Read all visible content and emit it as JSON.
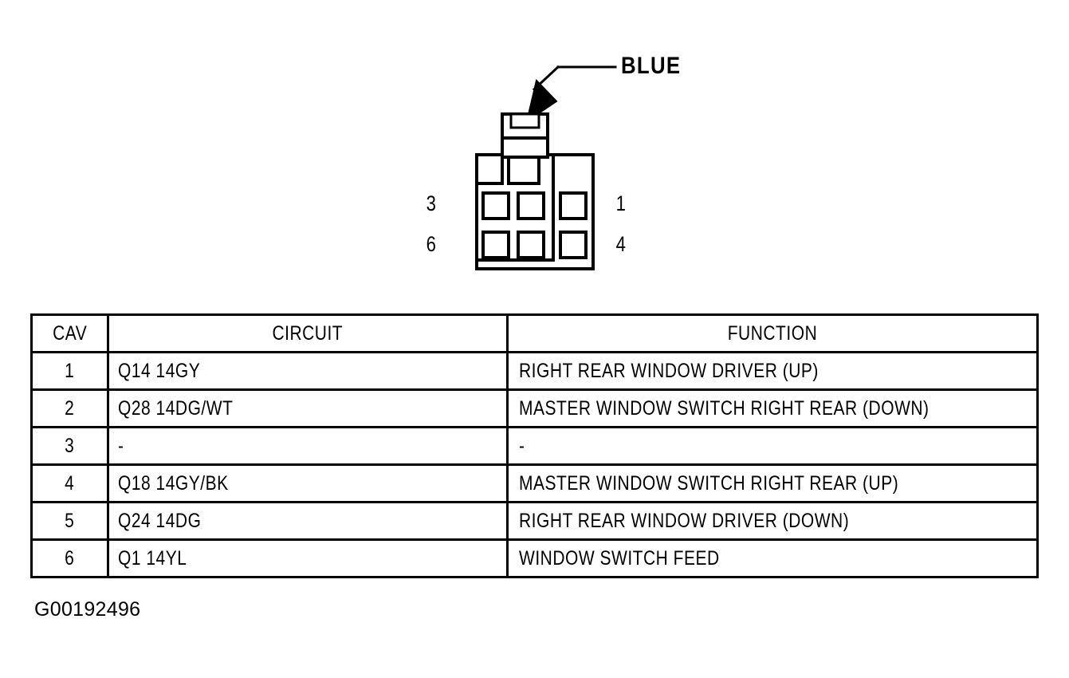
{
  "figure": {
    "id_code": "G00192496"
  },
  "connector": {
    "wire_color_callout": "BLUE",
    "cavity_count": 6,
    "cavity_labels": {
      "left_top": "3",
      "left_bottom": "6",
      "right_top": "1",
      "right_bottom": "4"
    },
    "line_color": "#000000",
    "fill_color": "#FFFFFF"
  },
  "table": {
    "headers": [
      "CAV",
      "CIRCUIT",
      "FUNCTION"
    ],
    "rows": [
      {
        "cav": "1",
        "circuit": "Q14 14GY",
        "function": "RIGHT REAR WINDOW DRIVER (UP)"
      },
      {
        "cav": "2",
        "circuit": "Q28 14DG/WT",
        "function": "MASTER WINDOW SWITCH RIGHT REAR (DOWN)"
      },
      {
        "cav": "3",
        "circuit": "-",
        "function": "-"
      },
      {
        "cav": "4",
        "circuit": "Q18 14GY/BK",
        "function": "MASTER WINDOW SWITCH RIGHT REAR (UP)"
      },
      {
        "cav": "5",
        "circuit": "Q24 14DG",
        "function": "RIGHT REAR WINDOW DRIVER (DOWN)"
      },
      {
        "cav": "6",
        "circuit": "Q1 14YL",
        "function": "WINDOW SWITCH FEED"
      }
    ]
  }
}
